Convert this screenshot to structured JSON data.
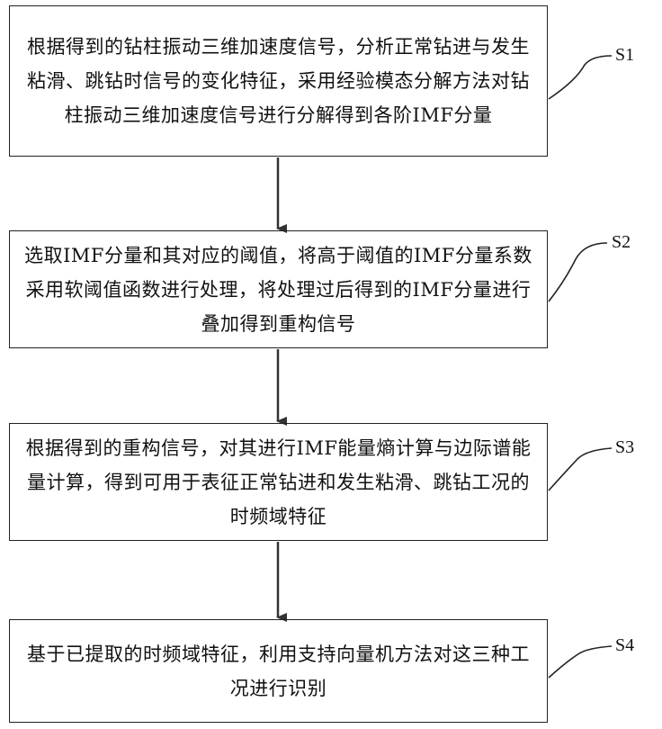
{
  "steps": [
    {
      "id": "S1",
      "text": "根据得到的钻柱振动三维加速度信号，分析正常钻进与发生粘滑、跳钻时信号的变化特征，采用经验模态分解方法对钻柱振动三维加速度信号进行分解得到各阶IMF分量"
    },
    {
      "id": "S2",
      "text": "选取IMF分量和其对应的阈值，将高于阈值的IMF分量系数采用软阈值函数进行处理，将处理过后得到的IMF分量进行叠加得到重构信号"
    },
    {
      "id": "S3",
      "text": "根据得到的重构信号，对其进行IMF能量熵计算与边际谱能量计算，得到可用于表征正常钻进和发生粘滑、跳钻工况的时频域特征"
    },
    {
      "id": "S4",
      "text": "基于已提取的时频域特征，利用支持向量机方法对这三种工况进行识别"
    }
  ]
}
